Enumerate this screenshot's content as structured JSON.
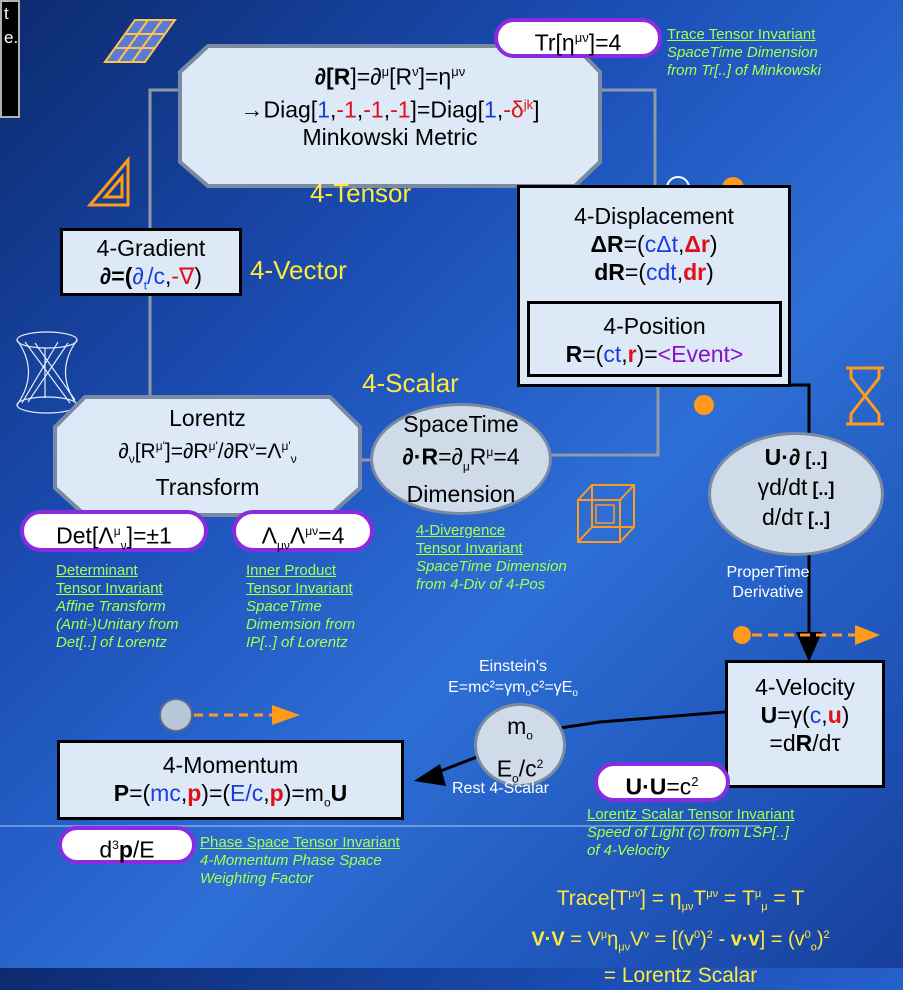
{
  "top_left_box": {
    "lines": [
      "t",
      "",
      "e."
    ]
  },
  "minkowski": {
    "line1_a": "∂[",
    "line1_b": "R",
    "line1_c": "]=∂",
    "line1_sup1": "μ",
    "line1_d": "[R",
    "line1_sup2": "ν",
    "line1_e": "]=η",
    "line1_sup3": "μν",
    "line2_a": "→Diag[",
    "one1": "1",
    "c1": ",",
    "m1": "-1",
    "c2": ",",
    "m2": "-1",
    "c3": ",",
    "m3": "-1",
    "line2_b": "]=Diag[",
    "one2": "1",
    "c4": ",",
    "mdelta": "-δ",
    "jk": "jk",
    "line2_c": "]",
    "line3": "Minkowski Metric"
  },
  "trace_pill": {
    "a": "Tr[η",
    "sup": "μν",
    "b": "]=4"
  },
  "trace_note": {
    "title": "Trace Tensor Invariant",
    "l1": "SpaceTime Dimension",
    "l2": "from Tr[..] of Minkowski"
  },
  "label_4tensor": "4-Tensor",
  "label_4vector": "4-Vector",
  "label_4scalar": "4-Scalar",
  "gradient": {
    "title": "4-Gradient",
    "a": "∂=(",
    "b": "∂",
    "sub": "t",
    "c": "/c",
    "d": ",",
    "e": "-∇",
    "f": ")"
  },
  "displacement": {
    "title": "4-Displacement",
    "l2a": "ΔR",
    "l2b": "=(",
    "l2c": "cΔt",
    "l2d": ",",
    "l2e": "Δr",
    "l2f": ")",
    "l3a": "dR",
    "l3b": "=(",
    "l3c": "cdt",
    "l3d": ",",
    "l3e": "dr",
    "l3f": ")"
  },
  "position": {
    "title": "4-Position",
    "a": "R",
    "b": "=(",
    "c": "ct",
    "d": ",",
    "e": "r",
    "f": ")=",
    "g": "<Event>"
  },
  "lorentz": {
    "l1": "Lorentz",
    "l2a": "∂",
    "l2sub": "ν",
    "l2b": "[R",
    "l2sup1": "μ'",
    "l2c": "]=∂R",
    "l2sup2": "μ'",
    "l2d": "/∂R",
    "l2sup3": "ν",
    "l2e": "=Λ",
    "l2sup4": "μ'",
    "l2sub2": "ν",
    "l3": "Transform"
  },
  "spacetime": {
    "l1": "SpaceTime",
    "l2a": "∂·R",
    "l2b": "=∂",
    "l2sub": "μ",
    "l2c": "R",
    "l2sup": "μ",
    "l2d": "=4",
    "l3": "Dimension"
  },
  "det_pill": {
    "a": "Det[Λ",
    "sup": "μ",
    "sub": "ν",
    "b": "]=±1"
  },
  "ip_pill": {
    "a": "Λ",
    "sub": "μν",
    "b": "Λ",
    "sup": "μν",
    "c": "=4"
  },
  "det_note": {
    "title1": "Determinant",
    "title2": "Tensor Invariant",
    "l1": "Affine Transform",
    "l2": "(Anti-)Unitary from",
    "l3": "Det[..] of Lorentz"
  },
  "ip_note": {
    "title1": "Inner Product",
    "title2": "Tensor Invariant",
    "l1": "SpaceTime",
    "l2": "Dimemsion from",
    "l3": "IP[..] of Lorentz"
  },
  "div_note": {
    "title1": "4-Divergence",
    "title2": "Tensor Invariant",
    "l1": "SpaceTime Dimension",
    "l2": "from 4-Div of 4-Pos"
  },
  "derivative": {
    "l1a": "U·∂",
    "l1b": " [..]",
    "l2a": "γd/dt",
    "l2b": " [..]",
    "l3a": "d/dτ",
    "l3b": " [..]"
  },
  "propertime": {
    "l1": "ProperTime",
    "l2": "Derivative"
  },
  "velocity": {
    "title": "4-Velocity",
    "l2a": "U",
    "l2b": "=γ(",
    "l2c": "c",
    "l2d": ",",
    "l2e": "u",
    "l2f": ")",
    "l3a": "=d",
    "l3b": "R",
    "l3c": "/dτ"
  },
  "uu_pill": {
    "a": "U·U",
    "b": "=c",
    "sup": "2"
  },
  "uu_note": {
    "title": "Lorentz Scalar Tensor Invariant",
    "l1": "Speed of Light (c) from LSP[..]",
    "l2": "of 4-Velocity"
  },
  "einstein": {
    "l1": "Einstein's",
    "l2": "E=mc²=γm",
    "sub1": "o",
    "l2b": "c²=γE",
    "sub2": "o"
  },
  "rest_oval": {
    "l1a": "m",
    "l1sub": "o",
    "l2a": "E",
    "l2sub": "o",
    "l2b": "/c",
    "l2sup": "2"
  },
  "rest_label": "Rest 4-Scalar",
  "momentum": {
    "title": "4-Momentum",
    "a": "P",
    "b": "=(",
    "c": "mc",
    "d": ",",
    "e": "p",
    "f": ")=(",
    "g": "E/c",
    "h": ",",
    "i": "p",
    "j": ")=m",
    "sub": "o",
    "k": "U"
  },
  "phase_pill": {
    "a": "d",
    "sup": "3",
    "b": "p",
    "c": "/E"
  },
  "phase_note": {
    "title": "Phase Space Tensor Invariant",
    "l1": "4-Momentum Phase Space",
    "l2": "Weighting Factor"
  },
  "bottom": {
    "l1a": "Trace[T",
    "l1s1": "μν",
    "l1b": "] = η",
    "l1s2": "μν",
    "l1c": "T",
    "l1s3": "μν",
    "l1d": " = T",
    "l1s4": "μ",
    "l1s5": "μ",
    "l1e": " = T",
    "l2a": "V·V",
    "l2b": " = V",
    "l2s1": "μ",
    "l2c": "η",
    "l2s2": "μν",
    "l2d": "V",
    "l2s3": "ν",
    "l2e": " = [(v",
    "l2s4": "0",
    "l2f": ")",
    "l2s5": "2",
    "l2g": " - ",
    "l2h": "v·v",
    "l2i": "] = (v",
    "l2s6": "0",
    "l2s7": "o",
    "l2j": ")",
    "l2s8": "2",
    "l3": "= Lorentz Scalar"
  },
  "colors": {
    "accent_blue": "#1a3fd6",
    "accent_red": "#e0101a",
    "accent_purple": "#8b10c8",
    "note_green": "#a8ff4a",
    "label_yellow": "#ffe93a"
  }
}
